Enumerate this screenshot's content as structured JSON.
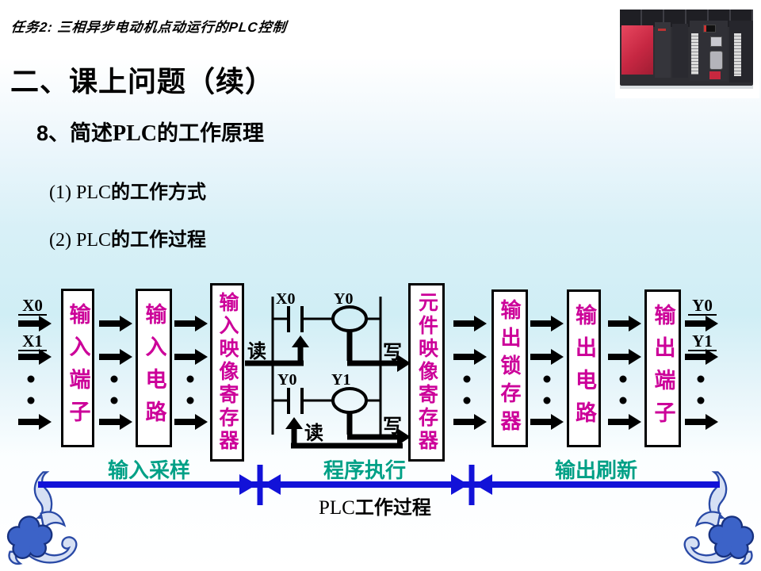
{
  "header": {
    "script_title": "任务2: 三相异步电动机点动运行的PLC控制",
    "title": "二、课上问题（续）",
    "question": {
      "pre": "8、简述",
      "plc": "PLC",
      "post": "的工作原理"
    },
    "items": [
      {
        "pre": "(1) PLC",
        "post": "的工作方式"
      },
      {
        "pre": "(2) PLC",
        "post": "的工作过程"
      }
    ]
  },
  "diagram": {
    "inputs": [
      "X0",
      "X1"
    ],
    "outputs": [
      "Y0",
      "Y1"
    ],
    "boxes": [
      {
        "label": "输入端子"
      },
      {
        "label": "输入电路"
      },
      {
        "label": "输入映像寄存器"
      },
      {
        "label": "元件映像寄存器"
      },
      {
        "label": "输出锁存器"
      },
      {
        "label": "输出电路"
      },
      {
        "label": "输出端子"
      }
    ],
    "ladder": {
      "contact1": "X0",
      "coil1": "Y0",
      "contact2": "Y0",
      "coil2": "Y1",
      "read": "读",
      "write": "写"
    },
    "phases": [
      "输入采样",
      "程序执行",
      "输出刷新"
    ],
    "caption": {
      "plc": "PLC",
      "rest": "工作过程"
    },
    "colors": {
      "box_text": "#cc0099",
      "phase_text": "#00a086",
      "timeline": "#1212d8",
      "arrow": "#000000"
    }
  }
}
